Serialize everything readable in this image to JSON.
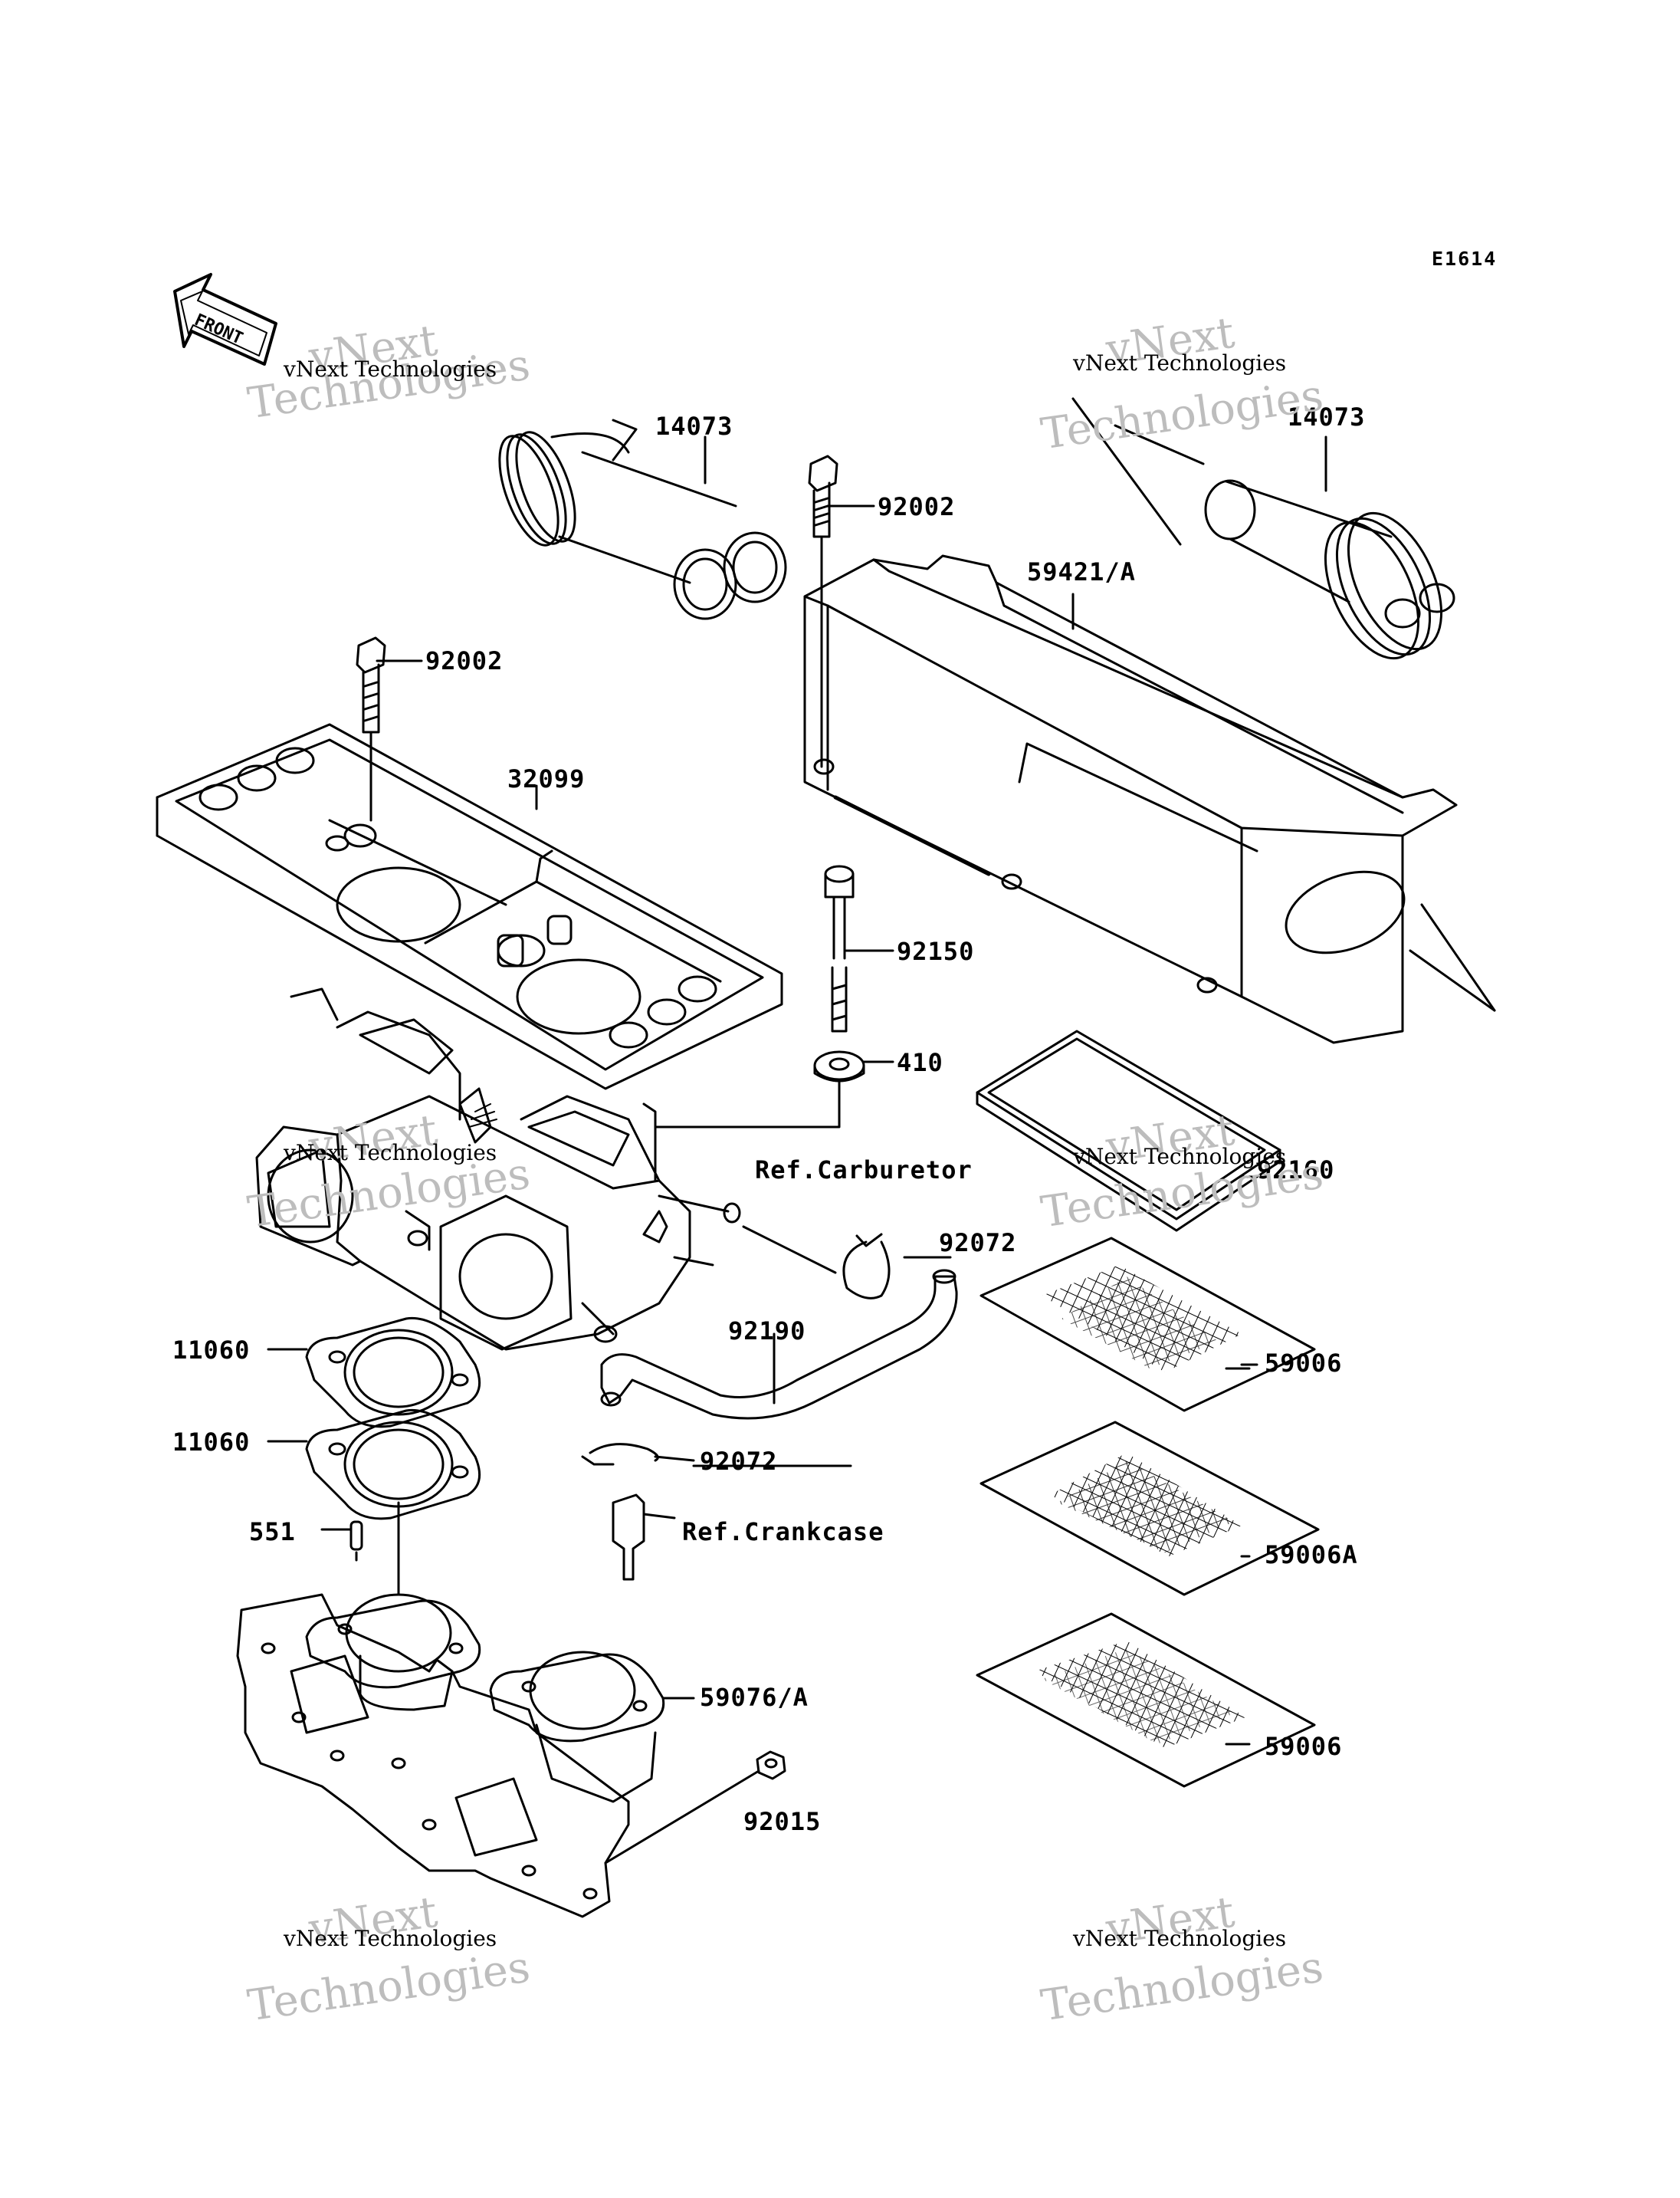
{
  "diagram_code": "E1614",
  "front_label": "FRONT",
  "watermark": {
    "small": "vNext Technologies",
    "brand": "vNext",
    "big": "Technologies"
  },
  "parts": {
    "p14073_left": "14073",
    "p14073_right": "14073",
    "p92002_top": "92002",
    "p92002_left": "92002",
    "p59421": "59421/A",
    "p32099": "32099",
    "p92150": "92150",
    "p410": "410",
    "ref_carb": "Ref.Carburetor",
    "p92160": "92160",
    "p92072_top": "92072",
    "p92190": "92190",
    "p59006_top": "59006",
    "p11060_top": "11060",
    "p11060_bot": "11060",
    "p92072_bot": "92072",
    "ref_crank": "Ref.Crankcase",
    "p551": "551",
    "p59006A": "59006A",
    "p59076": "59076/A",
    "p59006_bot": "59006",
    "p92015": "92015"
  }
}
